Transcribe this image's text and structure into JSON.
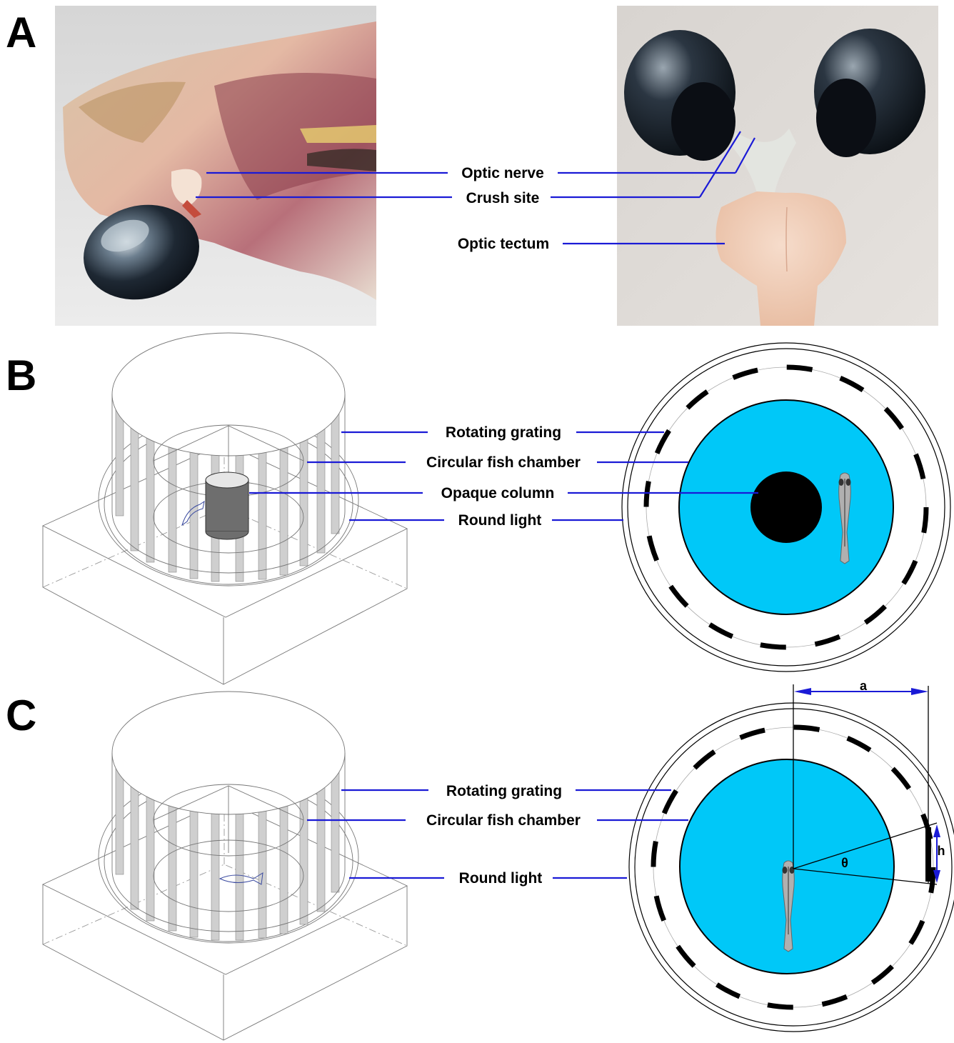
{
  "panels": {
    "A": {
      "letter": "A",
      "labels": {
        "optic_nerve": "Optic nerve",
        "crush_site": "Crush site",
        "optic_tectum": "Optic tectum"
      }
    },
    "B": {
      "letter": "B",
      "labels": {
        "rotating_grating": "Rotating grating",
        "circular_fish_chamber": "Circular fish chamber",
        "opaque_column": "Opaque column",
        "round_light": "Round light"
      }
    },
    "C": {
      "letter": "C",
      "labels": {
        "rotating_grating": "Rotating grating",
        "circular_fish_chamber": "Circular fish chamber",
        "round_light": "Round light"
      },
      "symbols": {
        "a": "a",
        "h": "h",
        "theta": "θ"
      }
    }
  },
  "colors": {
    "leader_line": "#1a1ad6",
    "chamber_fill": "#00c8f8",
    "opaque_column_fill": "#000000",
    "grating_bar": "#000000"
  }
}
